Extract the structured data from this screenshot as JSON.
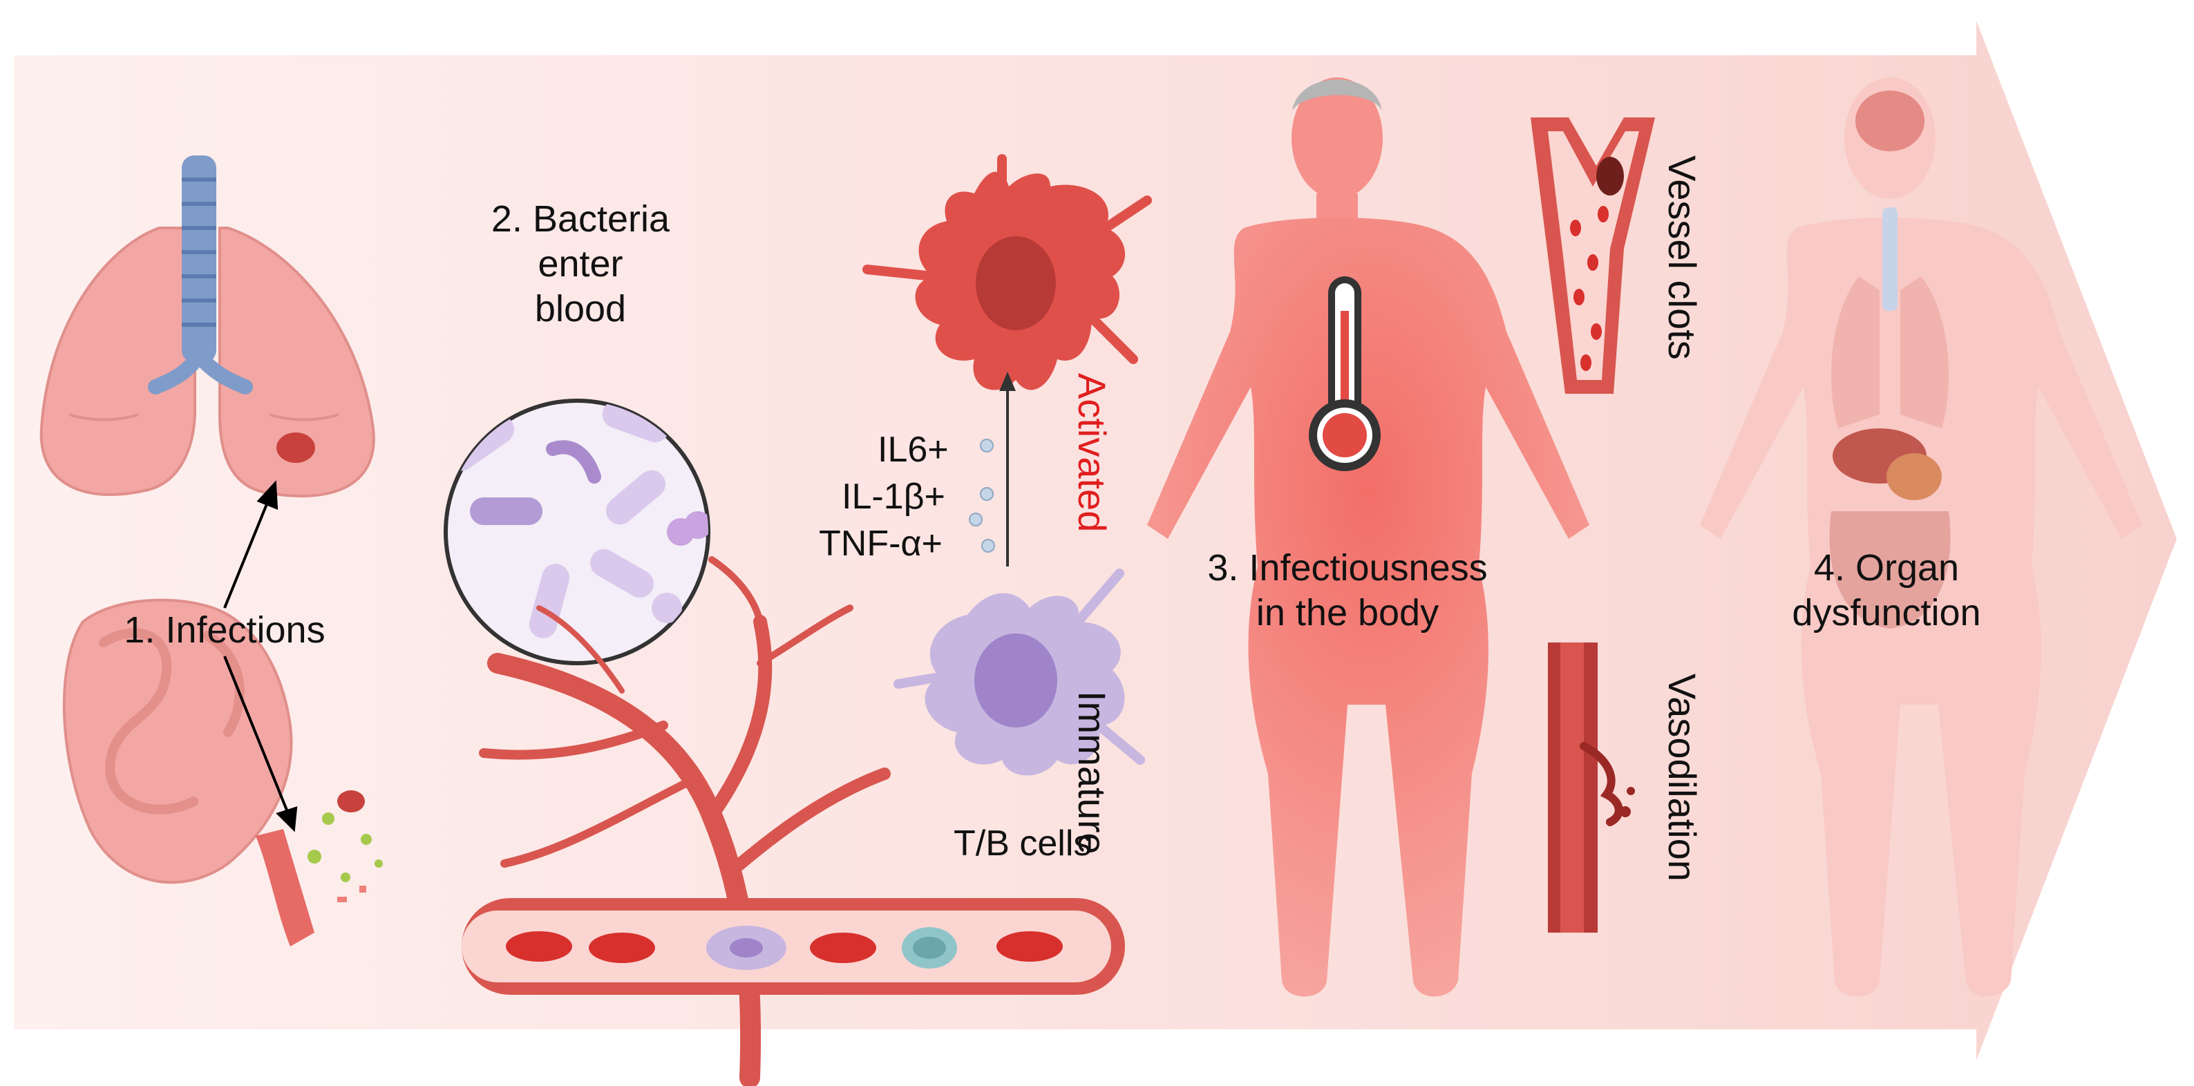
{
  "colors": {
    "arrow_band": "#fbe3e1",
    "tissue": "#f2a7a4",
    "tissue_dark": "#d96c69",
    "trachea": "#7f9bc9",
    "vessel": "#d8564f",
    "vessel_dark": "#b83a36",
    "immature_cell": "#c7b6e0",
    "activated_cell": "#e0504a",
    "activated_text": "#e01e1e",
    "body": "#f5908a",
    "body_faded": "#f9c9c5"
  },
  "steps": {
    "infections": "1. Infections",
    "bacteria_line1": "2. Bacteria",
    "bacteria_line2": "enter",
    "bacteria_line3": "blood",
    "infectious_line1": "3. Infectiousness",
    "infectious_line2": "in the body",
    "organ_line1": "4. Organ",
    "organ_line2": "dysfunction"
  },
  "cytokines": {
    "il6": "IL6+",
    "il1b": "IL-1β+",
    "tnfa": "TNF-α+"
  },
  "cells": {
    "activated": "Activated",
    "immature": "Immature",
    "tb_cells": "T/B cells"
  },
  "effects": {
    "vessel_clots": "Vessel clots",
    "vasodilation": "Vasodilation"
  }
}
